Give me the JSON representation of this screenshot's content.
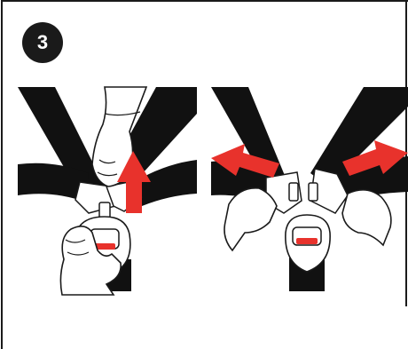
{
  "step": {
    "number": "3"
  },
  "panels": [
    {
      "name": "release-buckle",
      "icon": "arrow-up-icon"
    },
    {
      "name": "pull-apart-tongues",
      "icon": "arrows-outward-icon"
    }
  ],
  "colors": {
    "accent": "#e8322c",
    "strap": "#111111",
    "outline": "#1a1a1a",
    "background": "#ffffff"
  }
}
